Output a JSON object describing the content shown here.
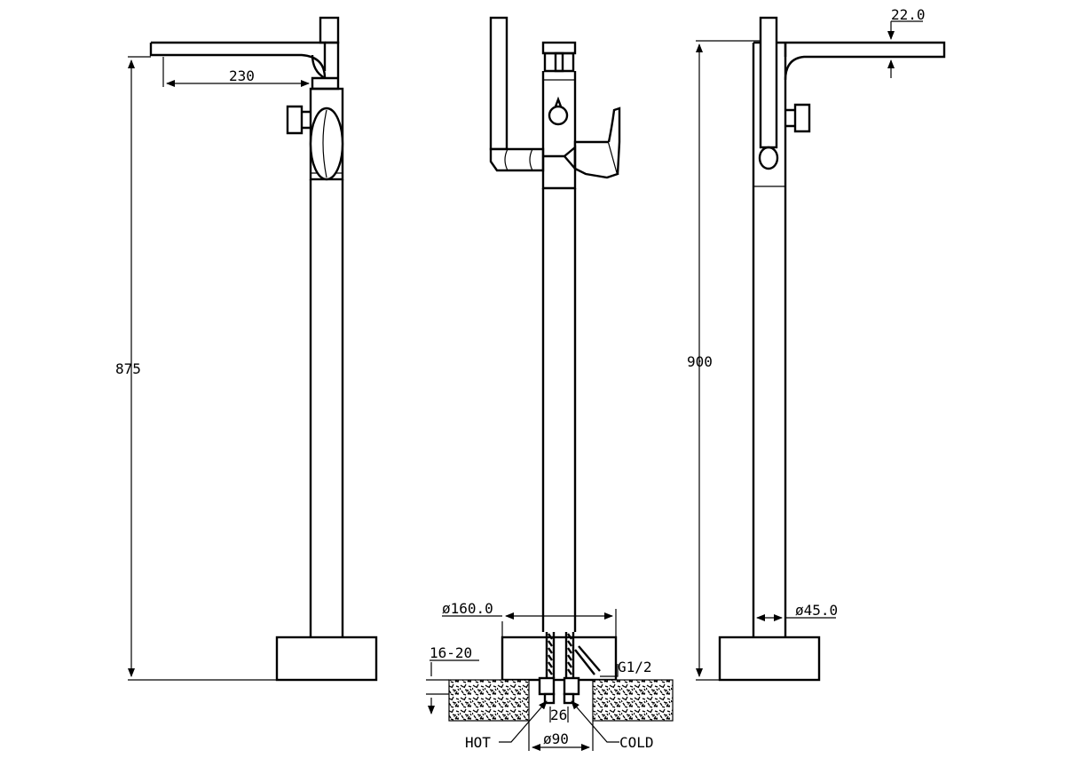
{
  "colors": {
    "line": "#000000",
    "background": "#ffffff"
  },
  "side_view": {
    "spout_length": "230",
    "total_height": "875"
  },
  "front_view": {
    "flange_diameter": "ø160.0",
    "floor_depth": "16-20",
    "thread": "G1/2",
    "inlet_spacing": "26",
    "inlet_diameter": "ø90",
    "hot_label": "HOT",
    "cold_label": "COLD"
  },
  "rear_view": {
    "spout_thickness": "22.0",
    "overall_height": "900",
    "body_diameter": "ø45.0"
  }
}
